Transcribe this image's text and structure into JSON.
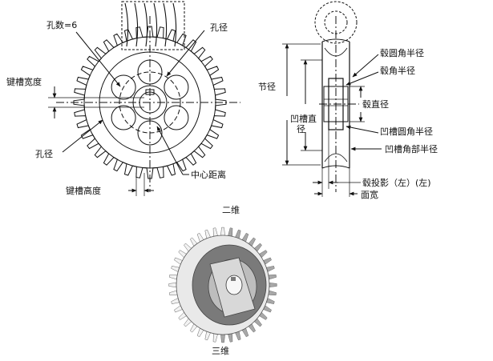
{
  "front_view": {
    "hole_count": "孔数=6",
    "hole_diameter_top": "孔径",
    "keyway_width": "键槽宽度",
    "hole_diameter_left": "孔径",
    "keyway_height": "键槽高度",
    "center_distance": "中心距离"
  },
  "side_view": {
    "pitch_diameter": "节径",
    "hub_fillet_radius": "毂圆角半径",
    "hub_corner_radius": "毂角半径",
    "groove_diameter": "凹槽直径",
    "hub_diameter": "毂直径",
    "groove_fillet_radius": "凹槽圆角半径",
    "groove_corner_radius": "凹槽角部半径",
    "hub_projection": "毂投影（左）(左)",
    "face_width": "面宽"
  },
  "captions": {
    "two_d": "二维",
    "three_d": "三维"
  },
  "colors": {
    "line": "#111111",
    "gear_light": "#e9e9e9",
    "gear_mid": "#bdbdbd",
    "gear_dark": "#7a7a7a"
  }
}
